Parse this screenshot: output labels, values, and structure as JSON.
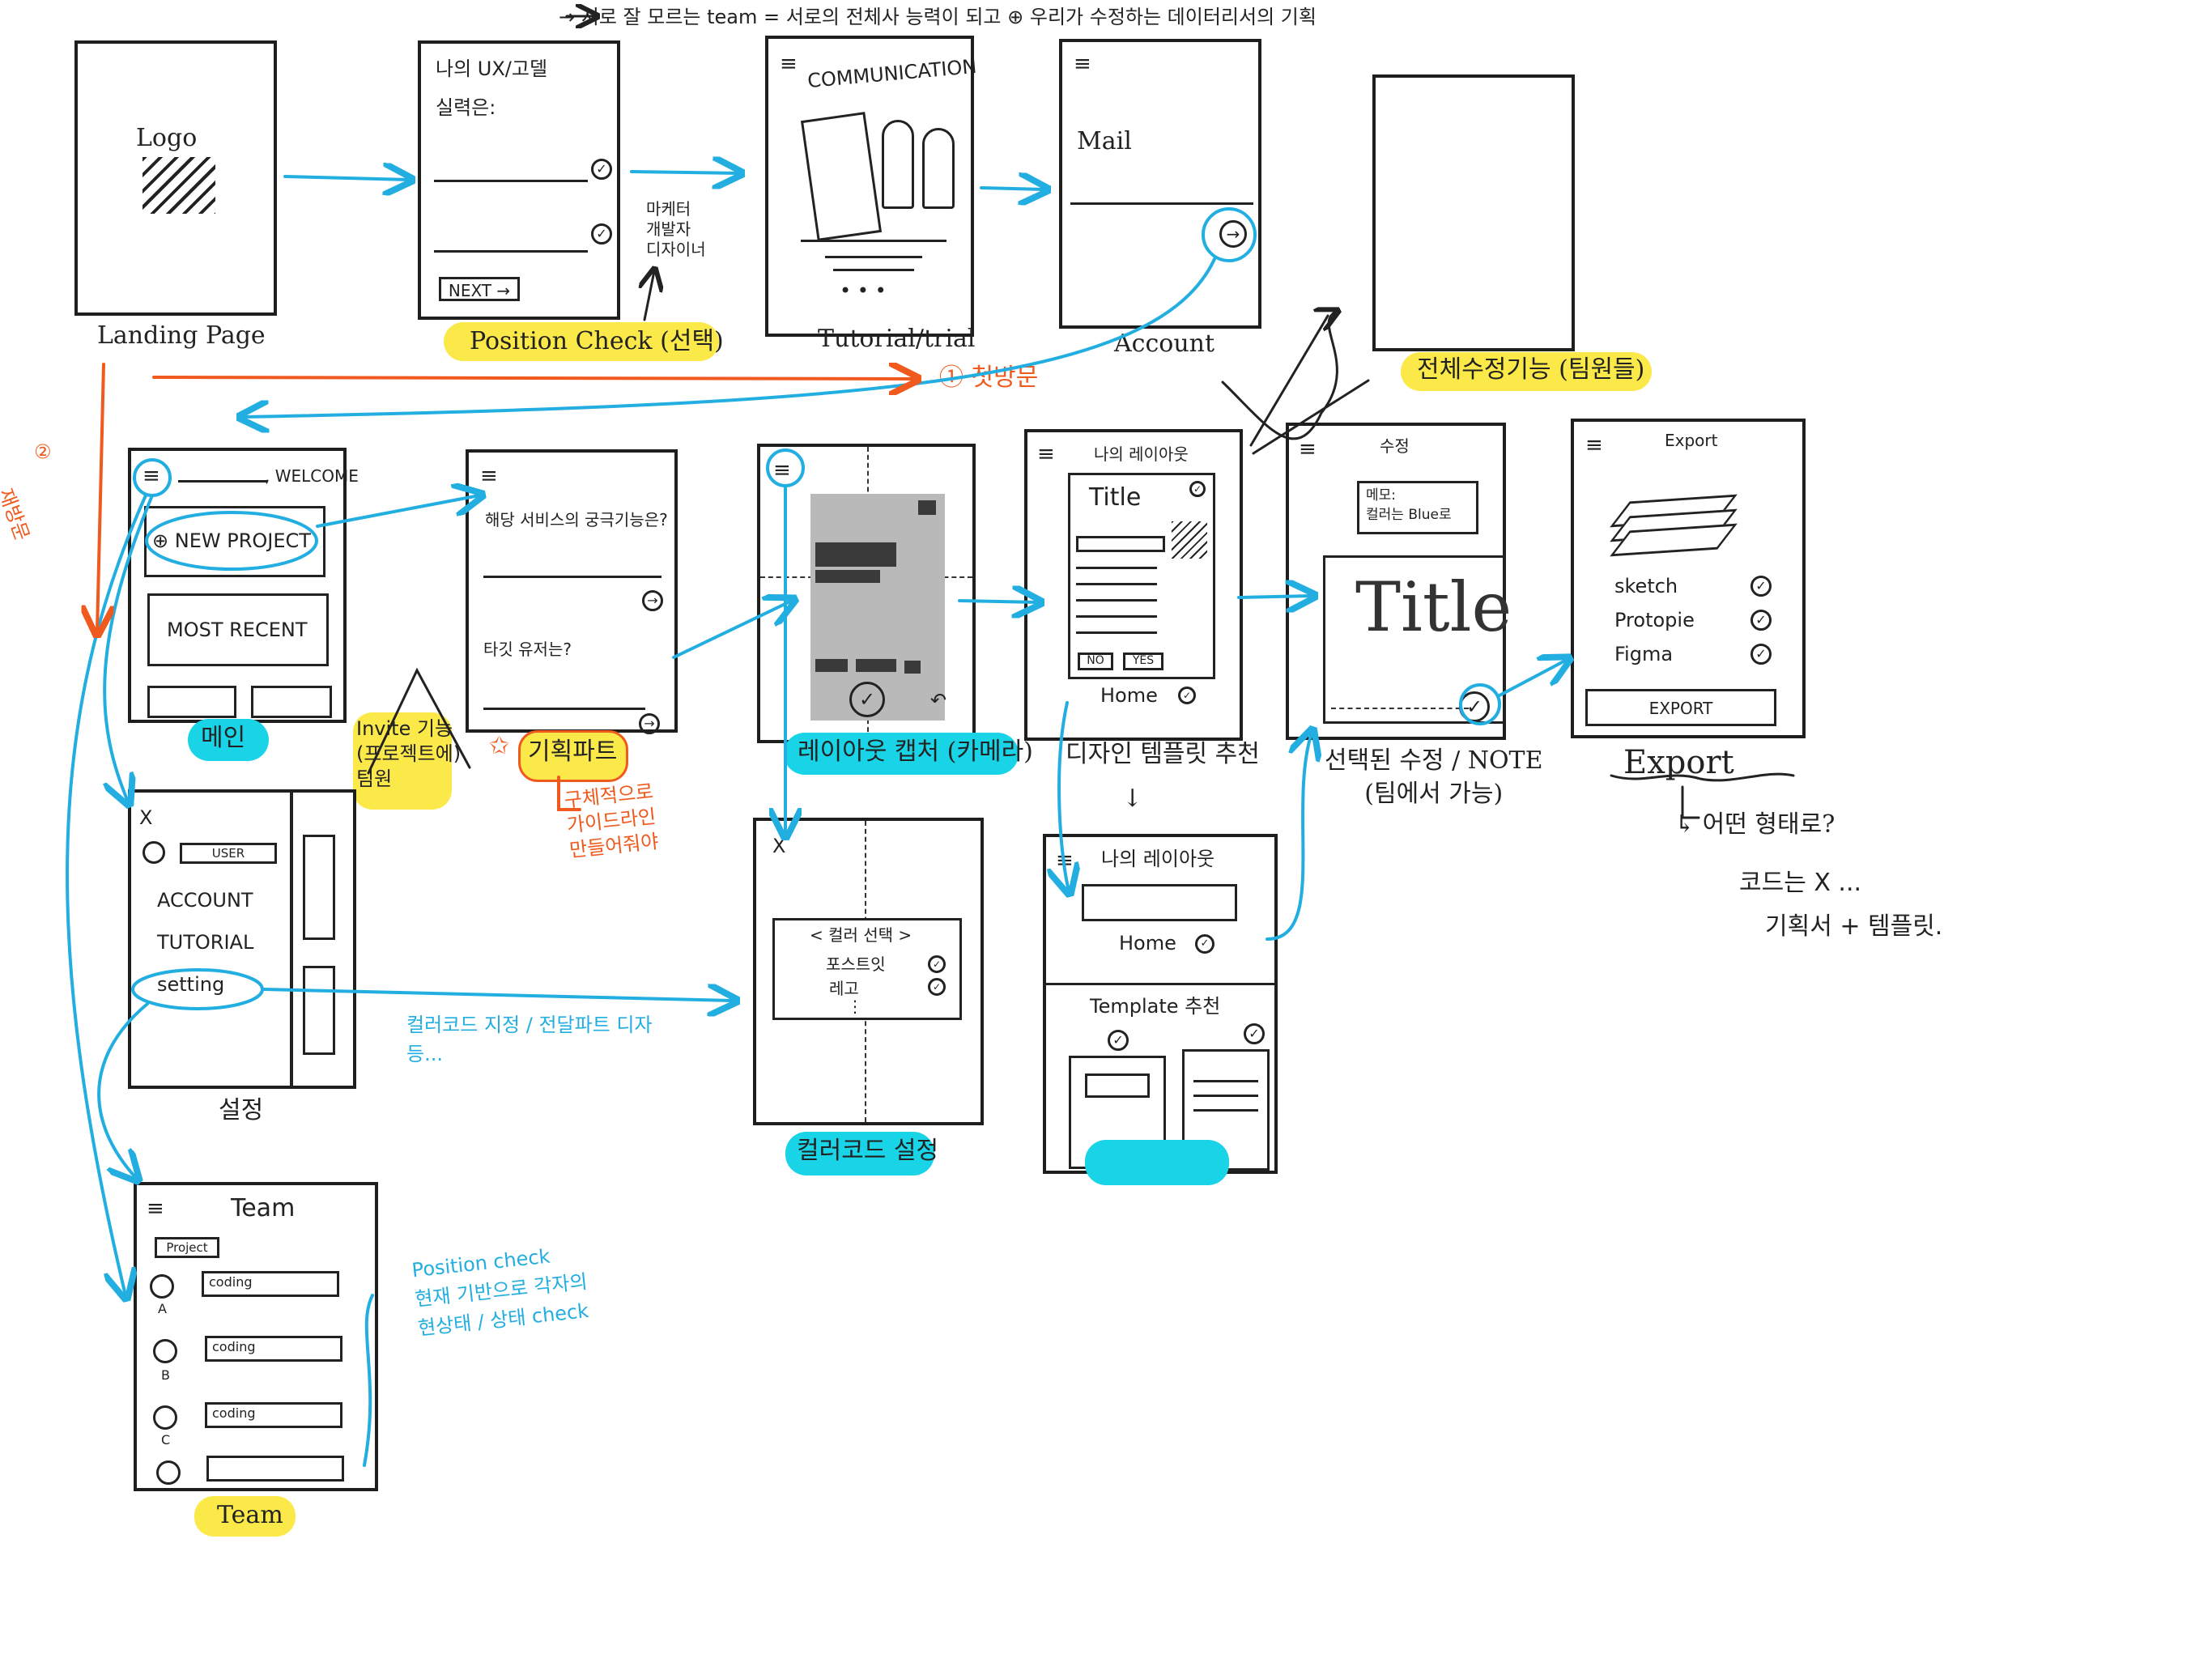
{
  "top_note": "→ 서로 잘 모르는 team = 서로의 전체사 능력이 되고 ⊕ 우리가 수정하는 데이터리서의 기획",
  "frames": {
    "landing": {
      "logo": "Logo",
      "caption": "Landing Page"
    },
    "position": {
      "line1": "나의 UX/고델",
      "line2": "실력은:",
      "next": "NEXT →",
      "side_note": "마케터\n개발자\n디자이너",
      "caption": "Position Check (선택)"
    },
    "tutorial": {
      "title": "COMMUNICATION",
      "dots": "• • •",
      "caption": "Tutorial/trial"
    },
    "account": {
      "label": "Mail",
      "caption": "Account"
    },
    "blank": {
      "caption": "전체수정기능 (팀원들)"
    },
    "main": {
      "welcome": ", WELCOME",
      "new_project": "⊕ NEW PROJECT",
      "most_recent": "MOST RECENT",
      "caption": "메인"
    },
    "plan": {
      "q1": "해당 서비스의 궁극기능은?",
      "q2": "타깃 유저는?",
      "caption": "기획파트",
      "note": "구체적으로\n가이드라인\n만들어줘야"
    },
    "invite": {
      "text": "Invite 기능\n(프로젝트에)\n팀원"
    },
    "capture": {
      "caption": "레이아웃 캡처 (카메라)"
    },
    "mylayout": {
      "header": "나의 레이아웃",
      "title": "Title",
      "no": "NO",
      "yes": "YES",
      "home": "Home",
      "caption": "디자인 템플릿 추천"
    },
    "edit": {
      "header": "수정",
      "memo": "메모:\n컬러는 Blue로",
      "title": "Title",
      "caption": "선택된 수정 / NOTE\n(팀에서 가능)"
    },
    "export": {
      "header": "Export",
      "items": [
        "sketch",
        "Protopie",
        "Figma"
      ],
      "button": "EXPORT",
      "caption": "Export",
      "note1": "↳ 어떤 형태로?",
      "note2": "코드는 X ...",
      "note3": "기획서 + 템플릿."
    },
    "settings": {
      "close": "X",
      "user": "USER",
      "items": [
        "ACCOUNT",
        "TUTORIAL",
        "setting"
      ],
      "caption": "설정",
      "note": "컬러코드 지정 / 전달파트 디자\n등..."
    },
    "color": {
      "close": "X",
      "header": "< 컬러 선택 >",
      "items": [
        "포스트잇",
        "레고"
      ],
      "dots": "⋮",
      "caption": "컬러코드 설정"
    },
    "template": {
      "header": "나의 레이아웃",
      "home": "Home",
      "label": "Template 추천"
    },
    "team": {
      "title": "Team",
      "project": "Project",
      "rows": [
        {
          "letter": "A",
          "text": "coding"
        },
        {
          "letter": "B",
          "text": "coding"
        },
        {
          "letter": "C",
          "text": "coding"
        },
        {
          "letter": "",
          "text": ""
        }
      ],
      "caption": "Team",
      "note": "Position check\n현재 기반으로 각자의\n현상태 / 상태 check"
    }
  },
  "flow_labels": {
    "first_visit": "① 첫방문",
    "revisit_num": "②",
    "revisit": "재방문"
  },
  "colors": {
    "accent_blue": "#22aee0",
    "accent_orange": "#f05a1e",
    "highlight_yellow": "#fbe94a",
    "highlight_cyan": "#19d4e6"
  }
}
